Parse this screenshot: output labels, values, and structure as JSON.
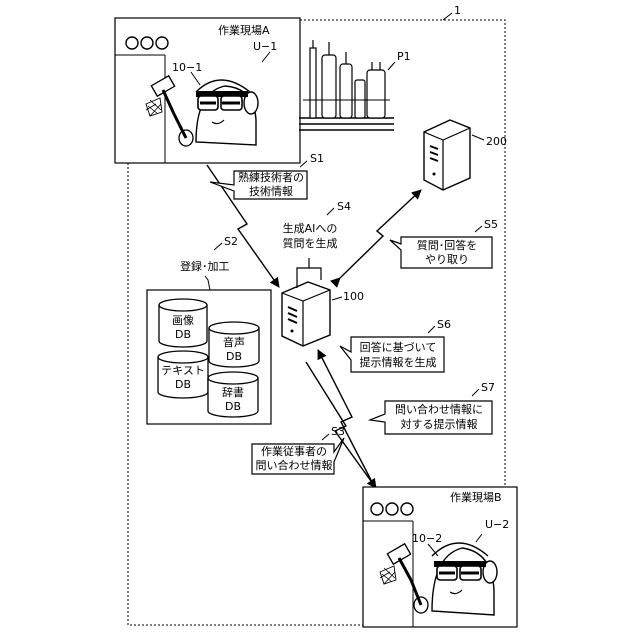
{
  "system": {
    "ref": "1"
  },
  "site_a": {
    "title": "作業現場A",
    "user_ref": "U−1",
    "glasses_ref": "10−1"
  },
  "site_b": {
    "title": "作業現場B",
    "user_ref": "U−2",
    "glasses_ref": "10−2"
  },
  "plant": {
    "ref": "P1"
  },
  "server_ai": {
    "ref": "200"
  },
  "server_main": {
    "ref": "100"
  },
  "database_group": {
    "step": "S2",
    "caption": "登録･加工",
    "databases": [
      {
        "line1": "画像",
        "line2": "DB"
      },
      {
        "line1": "音声",
        "line2": "DB"
      },
      {
        "line1": "テキスト",
        "line2": "DB"
      },
      {
        "line1": "辞書",
        "line2": "DB"
      }
    ]
  },
  "steps": {
    "s1": {
      "step": "S1",
      "line1": "熟練技術者の",
      "line2": "技術情報"
    },
    "s3": {
      "step": "S3",
      "line1": "作業従事者の",
      "line2": "問い合わせ情報"
    },
    "s4": {
      "step": "S4",
      "line1": "生成AIへの",
      "line2": "質問を生成"
    },
    "s5": {
      "step": "S5",
      "line1": "質問･回答を",
      "line2": "やり取り"
    },
    "s6": {
      "step": "S6",
      "line1": "回答に基づいて",
      "line2": "提示情報を生成"
    },
    "s7": {
      "step": "S7",
      "line1": "問い合わせ情報に",
      "line2": "対する提示情報"
    }
  },
  "colors": {
    "ink": "#000000",
    "paper": "#ffffff",
    "lens": "#000000"
  }
}
